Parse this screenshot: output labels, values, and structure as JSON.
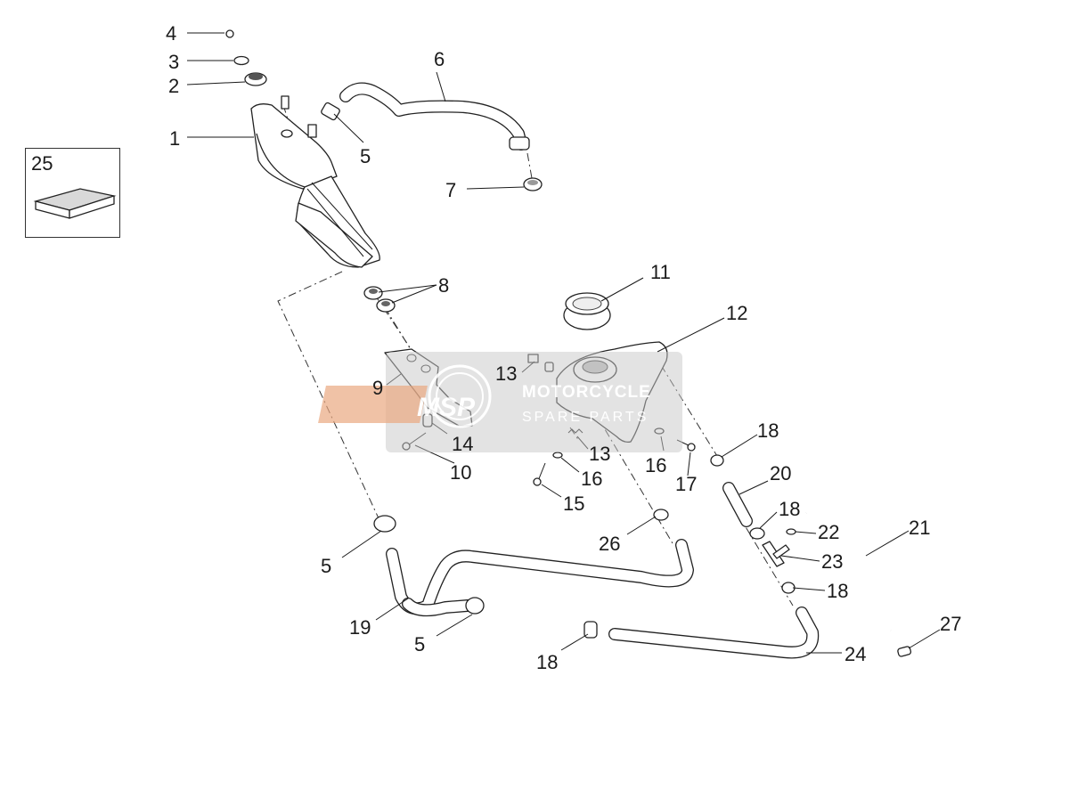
{
  "diagram": {
    "callouts": [
      {
        "number": "1"
      },
      {
        "number": "2"
      },
      {
        "number": "3"
      },
      {
        "number": "4"
      },
      {
        "number": "5"
      },
      {
        "number": "5"
      },
      {
        "number": "5"
      },
      {
        "number": "6"
      },
      {
        "number": "7"
      },
      {
        "number": "8"
      },
      {
        "number": "9"
      },
      {
        "number": "10"
      },
      {
        "number": "11"
      },
      {
        "number": "12"
      },
      {
        "number": "13"
      },
      {
        "number": "13"
      },
      {
        "number": "14"
      },
      {
        "number": "15"
      },
      {
        "number": "16"
      },
      {
        "number": "16"
      },
      {
        "number": "17"
      },
      {
        "number": "18"
      },
      {
        "number": "18"
      },
      {
        "number": "18"
      },
      {
        "number": "18"
      },
      {
        "number": "19"
      },
      {
        "number": "20"
      },
      {
        "number": "21"
      },
      {
        "number": "22"
      },
      {
        "number": "23"
      },
      {
        "number": "24"
      },
      {
        "number": "25"
      },
      {
        "number": "26"
      },
      {
        "number": "27"
      }
    ]
  },
  "watermark": {
    "logo_text": "MSP",
    "line1": "MOTORCYCLE",
    "line2": "SPARE PARTS",
    "colors": {
      "backdrop": "#c8c8c8",
      "logo": "#e8a57e",
      "text": "#ffffff"
    }
  }
}
